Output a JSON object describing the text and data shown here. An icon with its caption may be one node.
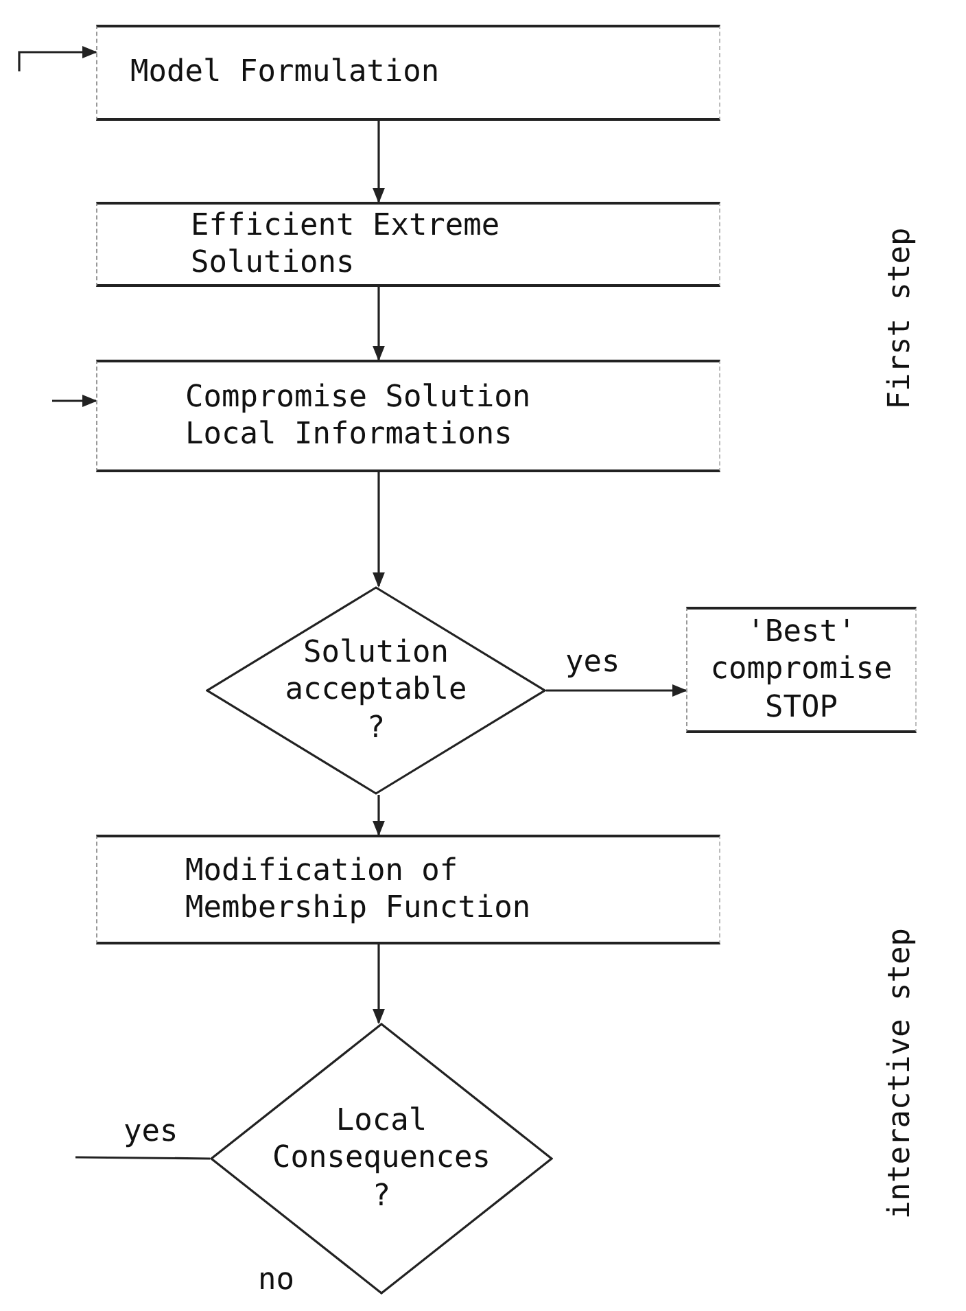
{
  "diagram": {
    "nodes": [
      {
        "text": [
          "Model Formulation"
        ]
      },
      {
        "text": [
          "Efficient Extreme Solutions"
        ]
      },
      {
        "text": [
          "Compromise Solution Local Informations"
        ]
      },
      {
        "text": [
          "Solution acceptable ?"
        ]
      },
      {
        "text": [
          "'Best' compromise STOP"
        ]
      },
      {
        "text": [
          "Modification of Membership Function"
        ]
      },
      {
        "text": [
          "Local Consequences ?"
        ]
      }
    ],
    "edges": [
      {
        "from": null,
        "to": 0,
        "arrow": "to"
      },
      {
        "from": 0,
        "to": 1,
        "arrow": "to"
      },
      {
        "from": 1,
        "to": 2,
        "arrow": "to"
      },
      {
        "from": null,
        "to": 2,
        "arrow": "to"
      },
      {
        "from": 2,
        "to": 3,
        "arrow": "to"
      },
      {
        "from": 3,
        "to": 4,
        "arrow": "to",
        "label": "yes"
      },
      {
        "from": 3,
        "to": 5,
        "arrow": "to"
      },
      {
        "from": 5,
        "to": 6,
        "arrow": "to"
      },
      {
        "from": 6,
        "to": null,
        "arrow": "none",
        "label": "yes"
      }
    ],
    "labels": [
      "First step",
      "interactive step",
      "no"
    ]
  }
}
